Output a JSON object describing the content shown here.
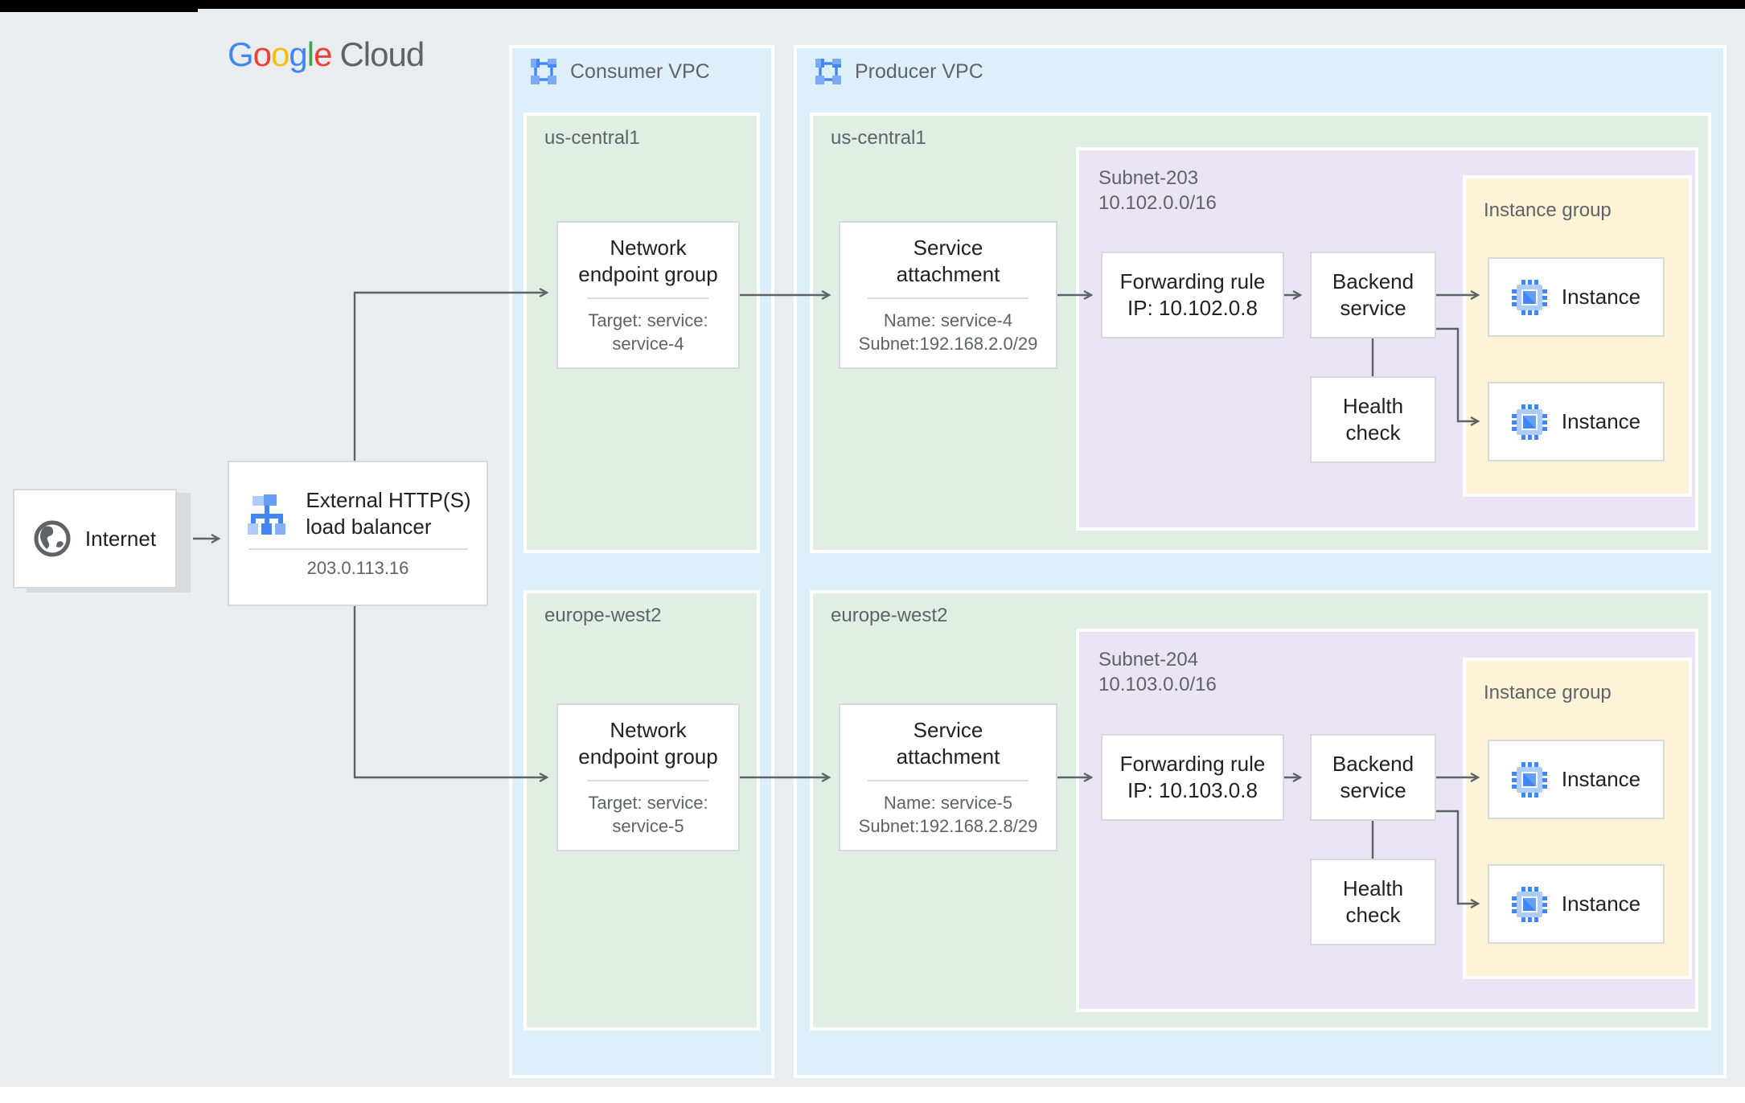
{
  "logo": {
    "letters": [
      "G",
      "o",
      "o",
      "g",
      "l",
      "e"
    ],
    "cloud": "Cloud"
  },
  "internet": {
    "label": "Internet"
  },
  "load_balancer": {
    "title_line1": "External HTTP(S)",
    "title_line2": "load balancer",
    "ip": "203.0.113.16"
  },
  "consumer": {
    "label": "Consumer VPC",
    "regions": [
      {
        "name": "us-central1",
        "neg": {
          "title": "Network endpoint group",
          "sub1": "Target: service:",
          "sub2": "service-4"
        }
      },
      {
        "name": "europe-west2",
        "neg": {
          "title": "Network endpoint group",
          "sub1": "Target: service:",
          "sub2": "service-5"
        }
      }
    ]
  },
  "producer": {
    "label": "Producer VPC",
    "regions": [
      {
        "name": "us-central1",
        "sa": {
          "title": "Service attachment",
          "sub1": "Name: service-4",
          "sub2": "Subnet:192.168.2.0/29"
        },
        "subnet": {
          "name": "Subnet-203",
          "cidr": "10.102.0.0/16",
          "fr": {
            "line1": "Forwarding rule",
            "line2": "IP: 10.102.0.8"
          },
          "bs": "Backend service",
          "hc": "Health check",
          "ig": {
            "label": "Instance group",
            "instances": [
              "Instance",
              "Instance"
            ]
          }
        }
      },
      {
        "name": "europe-west2",
        "sa": {
          "title": "Service attachment",
          "sub1": "Name: service-5",
          "sub2": "Subnet:192.168.2.8/29"
        },
        "subnet": {
          "name": "Subnet-204",
          "cidr": "10.103.0.0/16",
          "fr": {
            "line1": "Forwarding rule",
            "line2": "IP: 10.103.0.8"
          },
          "bs": "Backend service",
          "hc": "Health check",
          "ig": {
            "label": "Instance group",
            "instances": [
              "Instance",
              "Instance"
            ]
          }
        }
      }
    ]
  },
  "icons": {
    "vpc": "vpc-network-icon",
    "globe": "internet-globe-icon",
    "lb": "load-balancer-icon",
    "chip": "compute-instance-icon"
  },
  "colors": {
    "page_bg": "#e9edf0",
    "topbar": "#000000",
    "vpc_fill": "#ddeffb",
    "region_fill": "#e0eee4",
    "subnet_fill": "#ebe4f5",
    "group_fill": "#fdf3d7",
    "box_border": "#d6d9dc",
    "divider": "#dadce0",
    "shadow": "#d9dcdf",
    "arrow": "#5f6368",
    "text_dark": "#202124",
    "text_gray": "#5f6368",
    "blue": "#4285f4",
    "blue_mid": "#669df6",
    "blue_light": "#aecbfa",
    "logo_blue": "#4285f4",
    "logo_red": "#ea4335",
    "logo_yellow": "#fbbc04",
    "logo_green": "#34a853"
  }
}
